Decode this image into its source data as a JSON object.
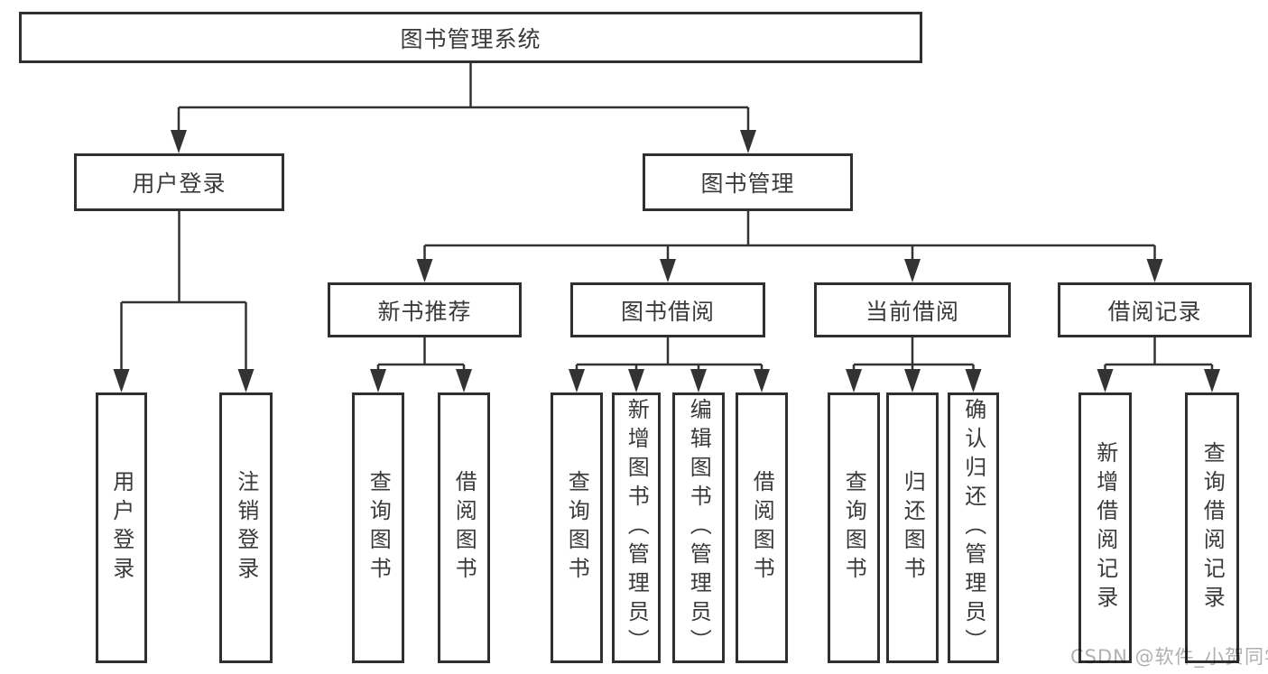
{
  "nodes": {
    "root": "图书管理系统",
    "level2": [
      "用户登录",
      "图书管理"
    ],
    "level3": [
      "新书推荐",
      "图书借阅",
      "当前借阅",
      "借阅记录"
    ],
    "leaves": [
      "用户登录",
      "注销登录",
      "查询图书",
      "借阅图书",
      "查询图书",
      "新增图书（管理员）",
      "编辑图书（管理员）",
      "借阅图书",
      "查询图书",
      "归还图书",
      "确认归还（管理员）",
      "新增借阅记录",
      "查询借阅记录"
    ]
  },
  "hierarchy": {
    "图书管理系统": {
      "用户登录": [
        "用户登录",
        "注销登录"
      ],
      "图书管理": {
        "新书推荐": [
          "查询图书",
          "借阅图书"
        ],
        "图书借阅": [
          "查询图书",
          "新增图书（管理员）",
          "编辑图书（管理员）",
          "借阅图书"
        ],
        "当前借阅": [
          "查询图书",
          "归还图书",
          "确认归还（管理员）"
        ],
        "借阅记录": [
          "新增借阅记录",
          "查询借阅记录"
        ]
      }
    }
  },
  "watermark": "CSDN @软件_小贺同学",
  "colors": {
    "line": "#333333",
    "border": "#2f2f2f",
    "text": "#3a3a3a",
    "background": "#ffffff",
    "watermark": "#b0b0b0"
  }
}
